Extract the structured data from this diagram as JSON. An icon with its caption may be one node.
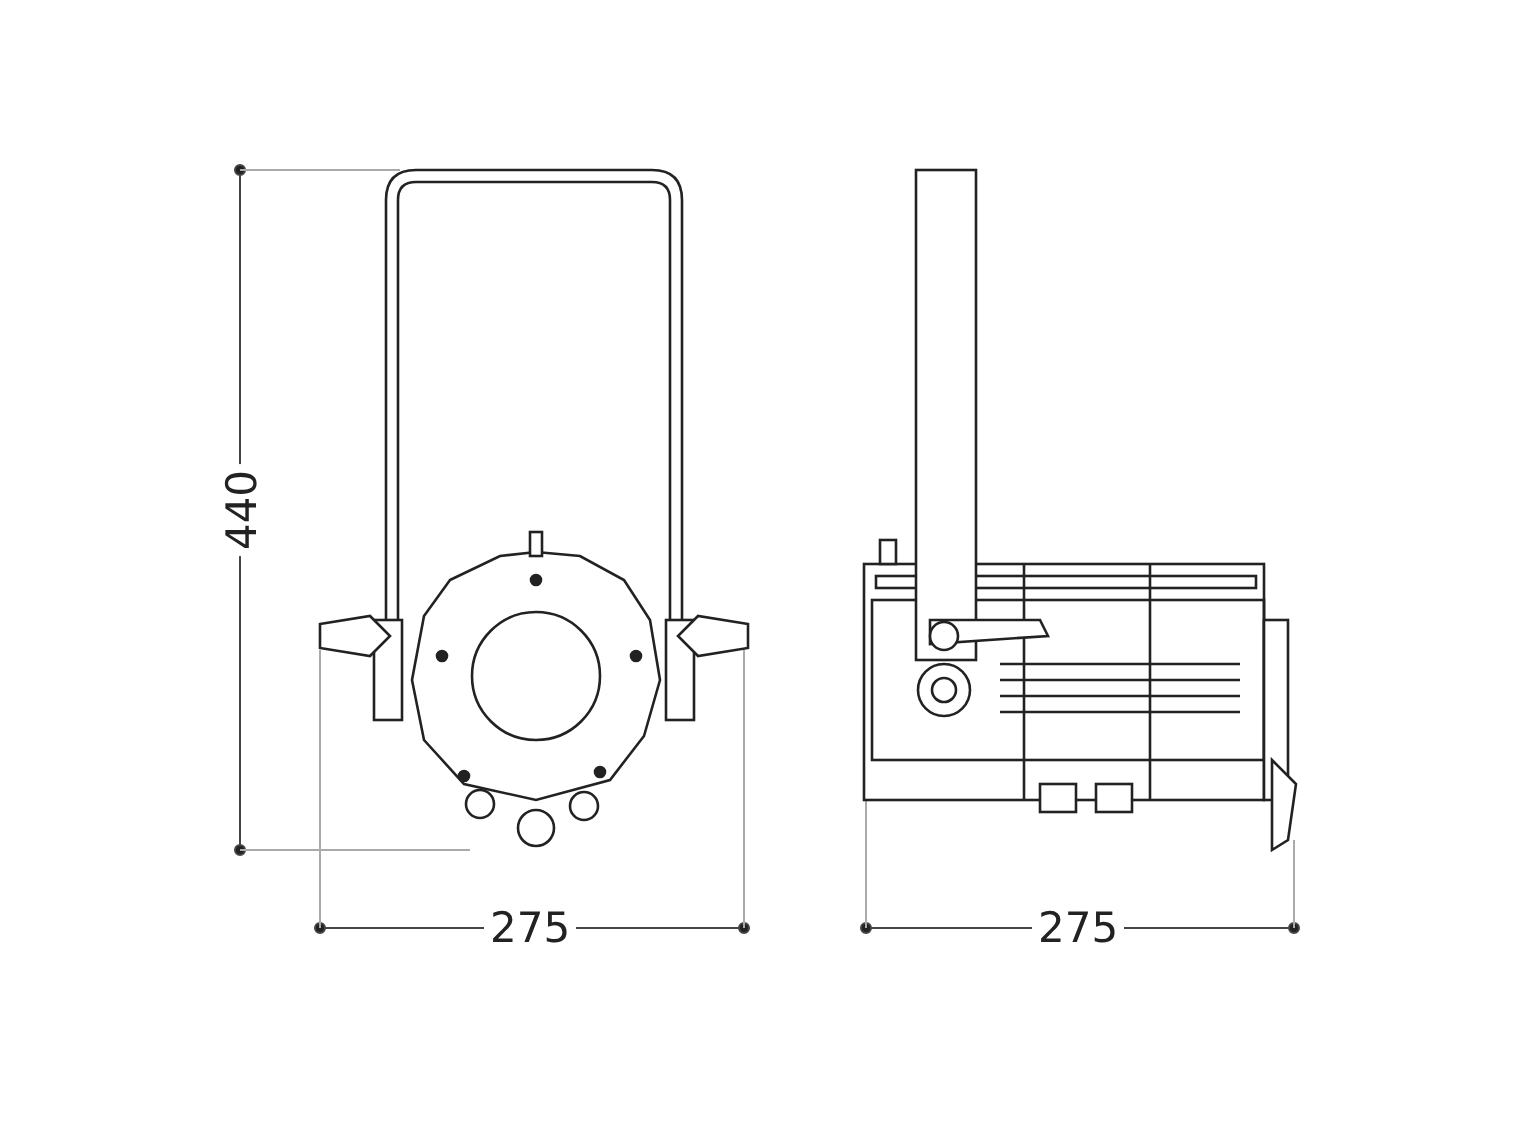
{
  "diagram": {
    "labels": [
      "440",
      "275",
      "275"
    ]
  }
}
